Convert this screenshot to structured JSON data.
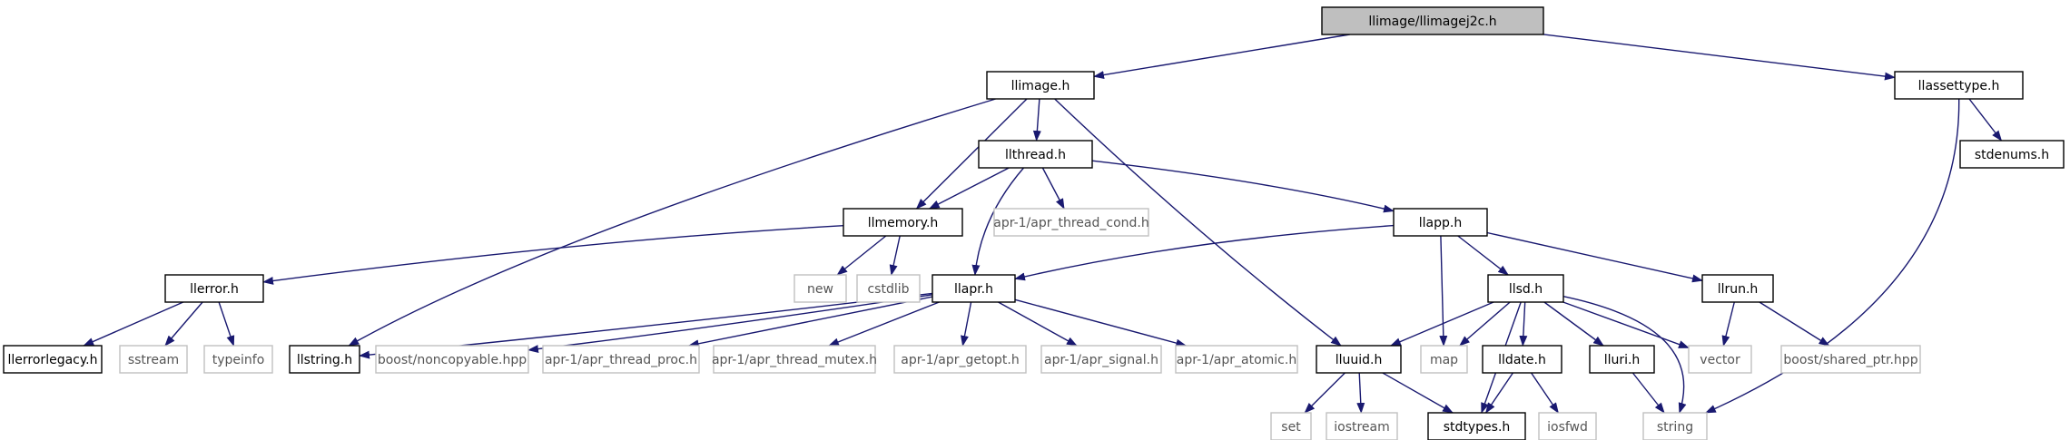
{
  "graph": {
    "nodes": [
      {
        "id": "llimagej2c",
        "label": "llimage/llimagej2c.h",
        "kind": "root"
      },
      {
        "id": "llimage",
        "label": "llimage.h",
        "kind": "doc"
      },
      {
        "id": "llassettype",
        "label": "llassettype.h",
        "kind": "doc"
      },
      {
        "id": "llthread",
        "label": "llthread.h",
        "kind": "doc"
      },
      {
        "id": "stdenums",
        "label": "stdenums.h",
        "kind": "doc"
      },
      {
        "id": "llmemory",
        "label": "llmemory.h",
        "kind": "doc"
      },
      {
        "id": "apr_thread_cond",
        "label": "apr-1/apr_thread_cond.h",
        "kind": "ext"
      },
      {
        "id": "llapp",
        "label": "llapp.h",
        "kind": "doc"
      },
      {
        "id": "llerror",
        "label": "llerror.h",
        "kind": "doc"
      },
      {
        "id": "new",
        "label": "new",
        "kind": "ext"
      },
      {
        "id": "cstdlib",
        "label": "cstdlib",
        "kind": "ext"
      },
      {
        "id": "llapr",
        "label": "llapr.h",
        "kind": "doc"
      },
      {
        "id": "llsd",
        "label": "llsd.h",
        "kind": "doc"
      },
      {
        "id": "llrun",
        "label": "llrun.h",
        "kind": "doc"
      },
      {
        "id": "llerrorlegacy",
        "label": "llerrorlegacy.h",
        "kind": "doc"
      },
      {
        "id": "sstream",
        "label": "sstream",
        "kind": "ext"
      },
      {
        "id": "typeinfo",
        "label": "typeinfo",
        "kind": "ext"
      },
      {
        "id": "llstring",
        "label": "llstring.h",
        "kind": "doc"
      },
      {
        "id": "noncopyable",
        "label": "boost/noncopyable.hpp",
        "kind": "ext"
      },
      {
        "id": "apr_thread_proc",
        "label": "apr-1/apr_thread_proc.h",
        "kind": "ext"
      },
      {
        "id": "apr_thread_mutex",
        "label": "apr-1/apr_thread_mutex.h",
        "kind": "ext"
      },
      {
        "id": "apr_getopt",
        "label": "apr-1/apr_getopt.h",
        "kind": "ext"
      },
      {
        "id": "apr_signal",
        "label": "apr-1/apr_signal.h",
        "kind": "ext"
      },
      {
        "id": "apr_atomic",
        "label": "apr-1/apr_atomic.h",
        "kind": "ext"
      },
      {
        "id": "lluuid",
        "label": "lluuid.h",
        "kind": "doc"
      },
      {
        "id": "map",
        "label": "map",
        "kind": "ext"
      },
      {
        "id": "lldate",
        "label": "lldate.h",
        "kind": "doc"
      },
      {
        "id": "lluri",
        "label": "lluri.h",
        "kind": "doc"
      },
      {
        "id": "vector",
        "label": "vector",
        "kind": "ext"
      },
      {
        "id": "shared_ptr",
        "label": "boost/shared_ptr.hpp",
        "kind": "ext"
      },
      {
        "id": "set",
        "label": "set",
        "kind": "ext"
      },
      {
        "id": "iostream",
        "label": "iostream",
        "kind": "ext"
      },
      {
        "id": "stdtypes",
        "label": "stdtypes.h",
        "kind": "doc"
      },
      {
        "id": "iosfwd",
        "label": "iosfwd",
        "kind": "ext"
      },
      {
        "id": "string",
        "label": "string",
        "kind": "ext"
      }
    ],
    "edges": [
      [
        "llimagej2c",
        "llimage"
      ],
      [
        "llimagej2c",
        "llassettype"
      ],
      [
        "llimage",
        "llthread"
      ],
      [
        "llimage",
        "llmemory"
      ],
      [
        "llimage",
        "llstring"
      ],
      [
        "llimage",
        "lluuid"
      ],
      [
        "llassettype",
        "stdenums"
      ],
      [
        "llassettype",
        "string"
      ],
      [
        "llthread",
        "llmemory"
      ],
      [
        "llthread",
        "apr_thread_cond"
      ],
      [
        "llthread",
        "llapp"
      ],
      [
        "llthread",
        "llapr"
      ],
      [
        "llmemory",
        "llerror"
      ],
      [
        "llmemory",
        "new"
      ],
      [
        "llmemory",
        "cstdlib"
      ],
      [
        "llapp",
        "llapr"
      ],
      [
        "llapp",
        "llsd"
      ],
      [
        "llapp",
        "llrun"
      ],
      [
        "llapp",
        "map"
      ],
      [
        "llerror",
        "llerrorlegacy"
      ],
      [
        "llerror",
        "sstream"
      ],
      [
        "llerror",
        "typeinfo"
      ],
      [
        "llapr",
        "llstring"
      ],
      [
        "llapr",
        "noncopyable"
      ],
      [
        "llapr",
        "apr_thread_proc"
      ],
      [
        "llapr",
        "apr_thread_mutex"
      ],
      [
        "llapr",
        "apr_getopt"
      ],
      [
        "llapr",
        "apr_signal"
      ],
      [
        "llapr",
        "apr_atomic"
      ],
      [
        "llsd",
        "lluuid"
      ],
      [
        "llsd",
        "map"
      ],
      [
        "llsd",
        "stdtypes"
      ],
      [
        "llsd",
        "lldate"
      ],
      [
        "llsd",
        "lluri"
      ],
      [
        "llsd",
        "vector"
      ],
      [
        "llsd",
        "string"
      ],
      [
        "llrun",
        "vector"
      ],
      [
        "llrun",
        "shared_ptr"
      ],
      [
        "lluuid",
        "set"
      ],
      [
        "lluuid",
        "iostream"
      ],
      [
        "lluuid",
        "stdtypes"
      ],
      [
        "lldate",
        "stdtypes"
      ],
      [
        "lldate",
        "iosfwd"
      ],
      [
        "lluri",
        "string"
      ]
    ]
  }
}
